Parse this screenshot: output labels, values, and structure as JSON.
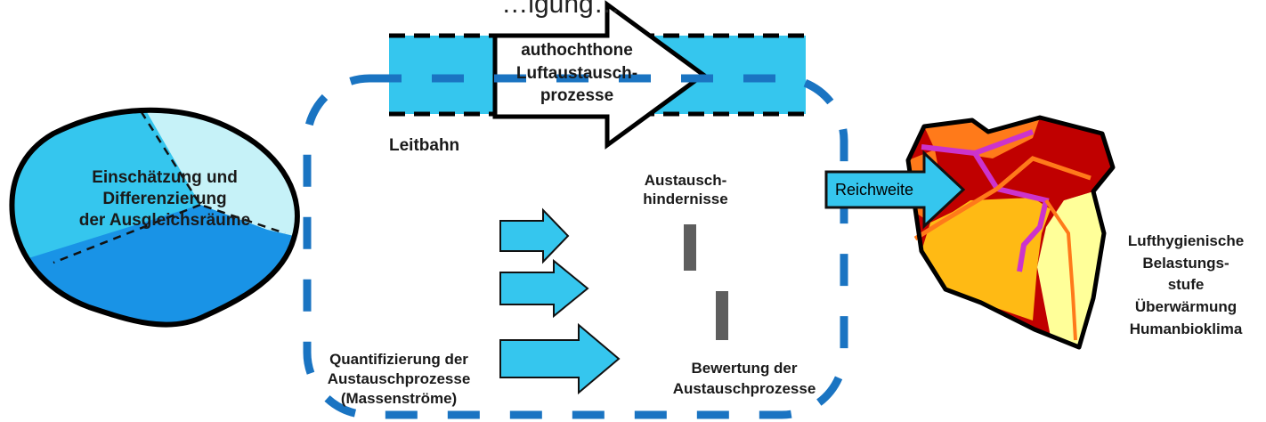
{
  "diagram": {
    "cut_title": "…igung…",
    "ausgleichsraum": {
      "lines": [
        "Einschätzung und",
        "Differenzierung",
        "der Ausgleichsräume"
      ]
    },
    "leitbahn": {
      "arrow_lines": [
        "authochthone",
        "Luftaustausch-",
        "prozesse"
      ],
      "label": "Leitbahn"
    },
    "hindernisse": {
      "lines": [
        "Austausch-",
        "hindernisse"
      ]
    },
    "quantifizierung": {
      "lines": [
        "Quantifizierung der",
        "Austauschprozesse",
        "(Massenströme)"
      ]
    },
    "bewertung": {
      "lines": [
        "Bewertung der",
        "Austauschprozesse"
      ]
    },
    "reichweite": {
      "label": "Reichweite"
    },
    "wirkungsraum": {
      "lines": [
        "Lufthygienische",
        "Belastungs-",
        "stufe",
        "Überwärmung",
        "Humanbioklima"
      ]
    },
    "colors": {
      "light_cyan": "#c6f2f8",
      "cyan": "#35c6ee",
      "blue": "#1993e6",
      "dash_blue": "#1a74c2",
      "dark_red": "#c00000",
      "orange": "#ff7a1a",
      "gold": "#ffba14",
      "light_yellow": "#ffff99",
      "magenta": "#cc33cc",
      "obstacle": "#5e5e5e"
    }
  }
}
